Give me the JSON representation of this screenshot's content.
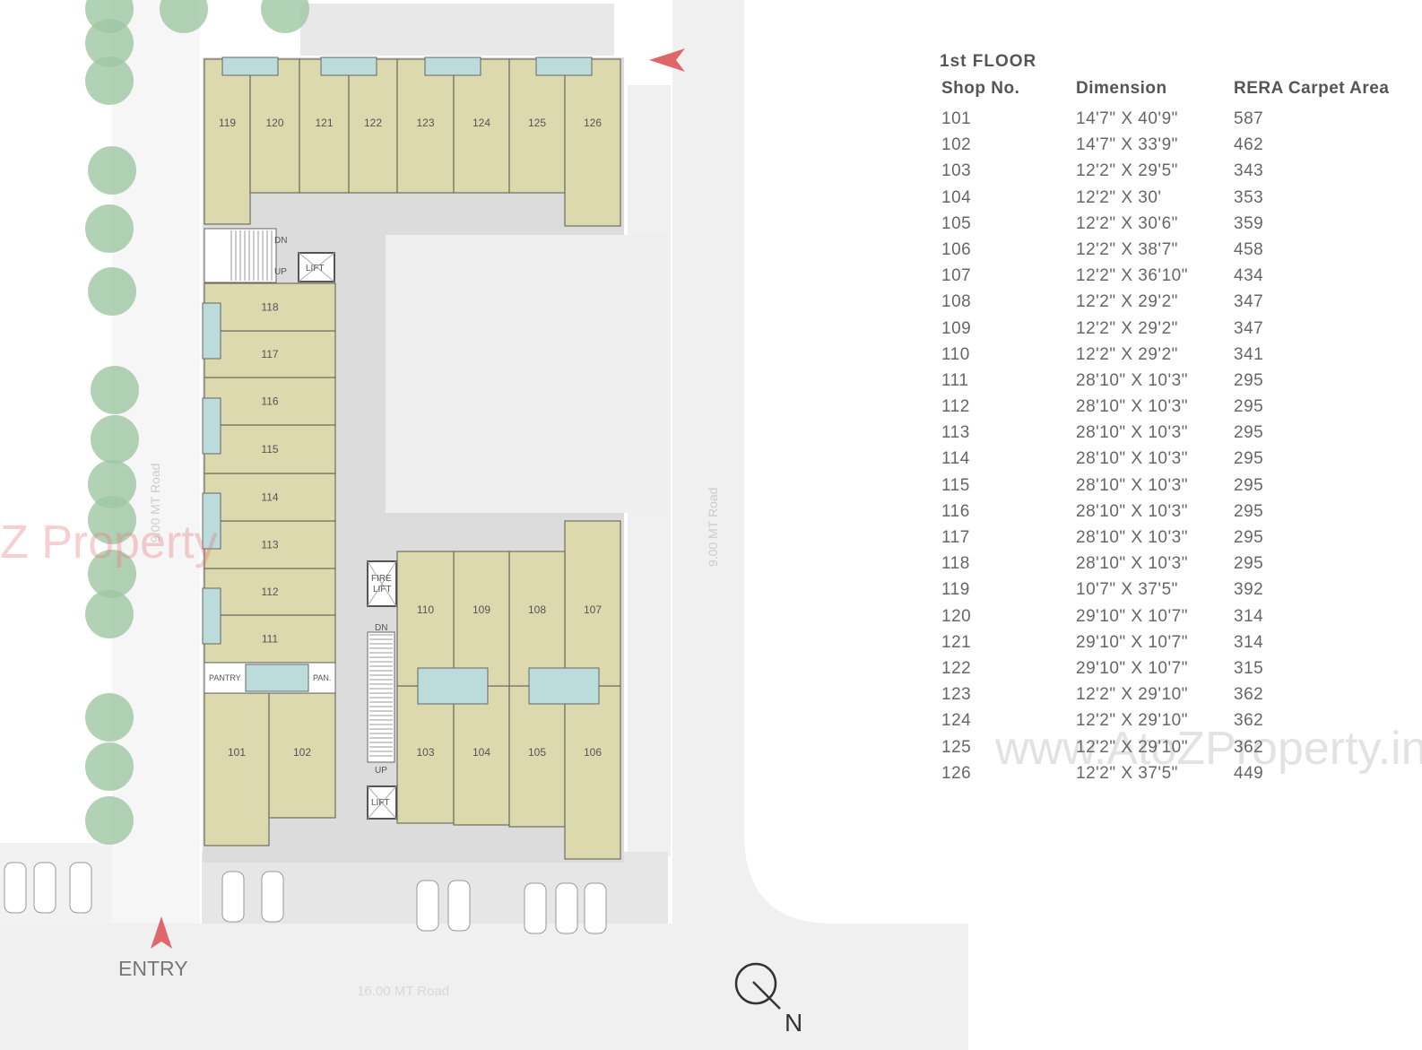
{
  "plan": {
    "shops": [
      "101",
      "102",
      "103",
      "104",
      "105",
      "106",
      "107",
      "108",
      "109",
      "110",
      "111",
      "112",
      "113",
      "114",
      "115",
      "116",
      "117",
      "118",
      "119",
      "120",
      "121",
      "122",
      "123",
      "124",
      "125",
      "126"
    ],
    "labels": {
      "stair_dn": "DN",
      "stair_up": "UP",
      "lift": "LIFT",
      "fire_lift": [
        "FIRE",
        "LIFT"
      ],
      "lift_bottom": "LIFT",
      "pantry": "PANTRY",
      "pantry_short": "PAN.",
      "road_left": "9.00 MT Road",
      "road_right": "9.00 MT Road",
      "road_bottom": "16.00 MT Road",
      "entry": "ENTRY",
      "north": "N"
    },
    "colors": {
      "shop": "#dcd9ae",
      "corridor": "#dcdcdc",
      "toilet": "#bcdcdc",
      "wall": "#3a3a3a",
      "arrow": "#e0666a",
      "tree": "#9fc7a4",
      "road": "#f0f0f0"
    }
  },
  "table": {
    "floor": "1st  FLOOR",
    "headers": [
      "Shop No.",
      "Dimension",
      "RERA Carpet Area"
    ],
    "rows": [
      [
        "101",
        "14'7\" X 40'9\"",
        "587"
      ],
      [
        "102",
        "14'7\" X 33'9\"",
        "462"
      ],
      [
        "103",
        "12'2\" X 29'5\"",
        "343"
      ],
      [
        "104",
        "12'2\" X 30'",
        "353"
      ],
      [
        "105",
        "12'2\" X 30'6\"",
        "359"
      ],
      [
        "106",
        "12'2\" X 38'7\"",
        "458"
      ],
      [
        "107",
        "12'2\" X 36'10\"",
        "434"
      ],
      [
        "108",
        "12'2\" X 29'2\"",
        "347"
      ],
      [
        "109",
        "12'2\" X 29'2\"",
        "347"
      ],
      [
        "110",
        "12'2\" X 29'2\"",
        "341"
      ],
      [
        "111",
        "28'10\" X 10'3\"",
        "295"
      ],
      [
        "112",
        "28'10\" X 10'3\"",
        "295"
      ],
      [
        "113",
        "28'10\" X 10'3\"",
        "295"
      ],
      [
        "114",
        "28'10\" X 10'3\"",
        "295"
      ],
      [
        "115",
        "28'10\" X 10'3\"",
        "295"
      ],
      [
        "116",
        "28'10\" X 10'3\"",
        "295"
      ],
      [
        "117",
        "28'10\" X 10'3\"",
        "295"
      ],
      [
        "118",
        "28'10\" X 10'3\"",
        "295"
      ],
      [
        "119",
        "10'7\" X 37'5\"",
        "392"
      ],
      [
        "120",
        "29'10\" X 10'7\"",
        "314"
      ],
      [
        "121",
        "29'10\" X  10'7\"",
        "314"
      ],
      [
        "122",
        "29'10\" X 10'7\"",
        "315"
      ],
      [
        "123",
        "12'2\" X 29'10\"",
        "362"
      ],
      [
        "124",
        "12'2\" X 29'10\"",
        "362"
      ],
      [
        "125",
        "12'2\" X 29'10\"",
        "362"
      ],
      [
        "126",
        "12'2\" X 37'5\"",
        "449"
      ]
    ]
  },
  "watermark": {
    "left": "Z Property",
    "right": "www.AtoZProperty.in"
  }
}
